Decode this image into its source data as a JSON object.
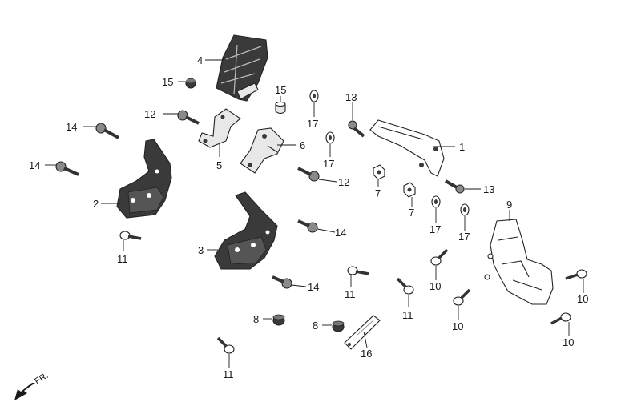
{
  "callouts": [
    {
      "id": "c1",
      "text": "1"
    },
    {
      "id": "c2",
      "text": "2"
    },
    {
      "id": "c3",
      "text": "3"
    },
    {
      "id": "c4",
      "text": "4"
    },
    {
      "id": "c5",
      "text": "5"
    },
    {
      "id": "c6",
      "text": "6"
    },
    {
      "id": "c7a",
      "text": "7"
    },
    {
      "id": "c7b",
      "text": "7"
    },
    {
      "id": "c8a",
      "text": "8"
    },
    {
      "id": "c8b",
      "text": "8"
    },
    {
      "id": "c9",
      "text": "9"
    },
    {
      "id": "c10a",
      "text": "10"
    },
    {
      "id": "c10b",
      "text": "10"
    },
    {
      "id": "c10c",
      "text": "10"
    },
    {
      "id": "c10d",
      "text": "10"
    },
    {
      "id": "c11a",
      "text": "11"
    },
    {
      "id": "c11b",
      "text": "11"
    },
    {
      "id": "c11c",
      "text": "11"
    },
    {
      "id": "c11d",
      "text": "11"
    },
    {
      "id": "c12a",
      "text": "12"
    },
    {
      "id": "c12b",
      "text": "12"
    },
    {
      "id": "c13a",
      "text": "13"
    },
    {
      "id": "c13b",
      "text": "13"
    },
    {
      "id": "c14a",
      "text": "14"
    },
    {
      "id": "c14b",
      "text": "14"
    },
    {
      "id": "c14c",
      "text": "14"
    },
    {
      "id": "c14d",
      "text": "14"
    },
    {
      "id": "c15a",
      "text": "15"
    },
    {
      "id": "c15b",
      "text": "15"
    },
    {
      "id": "c16",
      "text": "16"
    },
    {
      "id": "c17a",
      "text": "17"
    },
    {
      "id": "c17b",
      "text": "17"
    },
    {
      "id": "c17c",
      "text": "17"
    },
    {
      "id": "c17d",
      "text": "17"
    }
  ],
  "direction": {
    "text": "FR.",
    "icon": "front-direction-arrow-icon"
  },
  "colors": {
    "ink": "#1a1a1a",
    "fill": "#ffffff",
    "shade": "#3a3a3a"
  }
}
